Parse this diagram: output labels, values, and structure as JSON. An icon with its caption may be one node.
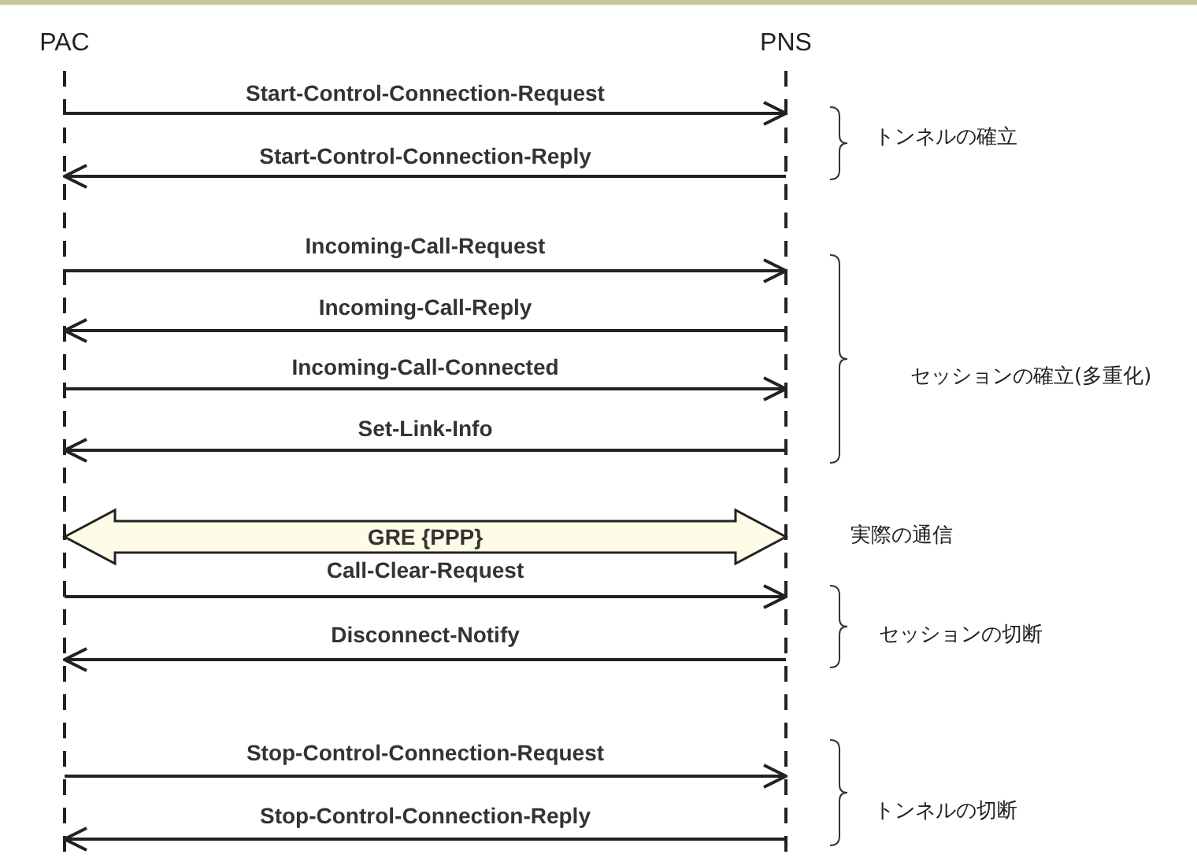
{
  "diagram": {
    "nodes": [
      {
        "text": [
          "PAC"
        ]
      },
      {
        "text": [
          "PNS"
        ]
      }
    ],
    "edges": [
      {
        "from": 0,
        "to": 1,
        "arrow": "to",
        "label": "Start-Control-Connection-Request"
      },
      {
        "from": 1,
        "to": 0,
        "arrow": "to",
        "label": "Start-Control-Connection-Reply"
      },
      {
        "from": 0,
        "to": 1,
        "arrow": "to",
        "label": "Incoming-Call-Request"
      },
      {
        "from": 1,
        "to": 0,
        "arrow": "to",
        "label": "Incoming-Call-Reply"
      },
      {
        "from": 0,
        "to": 1,
        "arrow": "to",
        "label": "Incoming-Call-Connected"
      },
      {
        "from": 1,
        "to": 0,
        "arrow": "to",
        "label": "Set-Link-Info"
      },
      {
        "from": 0,
        "to": 1,
        "arrow": "both",
        "label": "GRE {PPP}",
        "style": "thick"
      },
      {
        "from": 0,
        "to": 1,
        "arrow": "to",
        "label": "Call-Clear-Request"
      },
      {
        "from": 1,
        "to": 0,
        "arrow": "to",
        "label": "Disconnect-Notify"
      },
      {
        "from": 0,
        "to": 1,
        "arrow": "to",
        "label": "Stop-Control-Connection-Request"
      },
      {
        "from": 1,
        "to": 0,
        "arrow": "to",
        "label": "Stop-Control-Connection-Reply"
      }
    ],
    "labels": [
      "トンネルの確立",
      "セッションの確立(多重化)",
      "実際の通信",
      "セッションの切断",
      "トンネルの切断"
    ]
  }
}
